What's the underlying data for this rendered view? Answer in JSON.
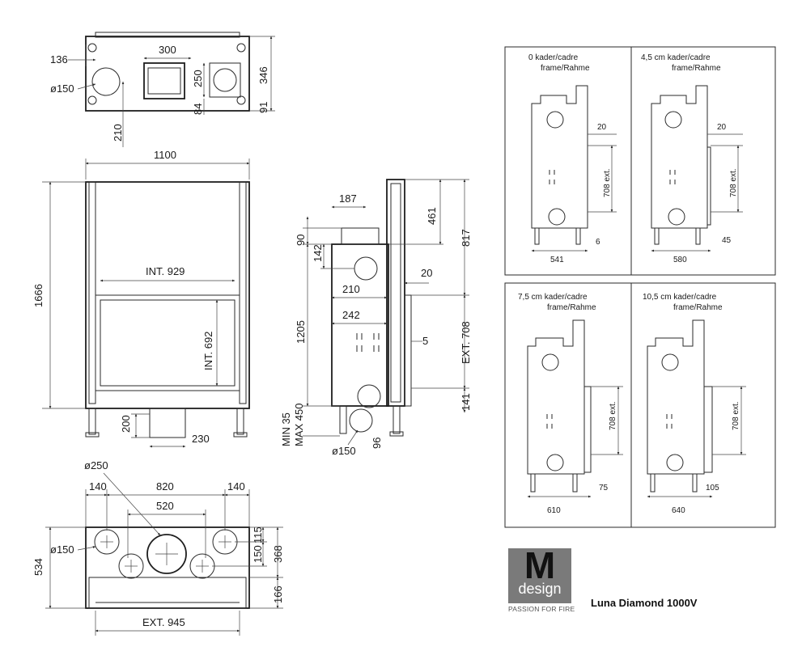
{
  "top_view": {
    "d136": "136",
    "d300": "300",
    "d250": "250",
    "d346": "346",
    "d150": "ø150",
    "d84": "84",
    "d91": "91",
    "d210": "210"
  },
  "front_view": {
    "d1100": "1100",
    "d1666": "1666",
    "int929": "INT. 929",
    "int692": "INT. 692",
    "d200": "200",
    "d230": "230"
  },
  "side_view": {
    "d187": "187",
    "d461": "461",
    "d817": "817",
    "d90": "90",
    "d142": "142",
    "d210": "210",
    "d20": "20",
    "d1205": "1205",
    "d242": "242",
    "d5": "5",
    "ext708": "EXT. 708",
    "d141": "141",
    "min35": "MIN 35",
    "max450": "MAX 450",
    "d96": "96",
    "d150": "ø150"
  },
  "bottom_view": {
    "d250": "ø250",
    "d140a": "140",
    "d820": "820",
    "d140b": "140",
    "d520": "520",
    "d534": "534",
    "d150a": "ø150",
    "d115": "115",
    "d150b": "150",
    "d368": "368",
    "d166": "166",
    "ext945": "EXT. 945"
  },
  "panels": [
    {
      "label_a": "0  kader/cadre",
      "label_b": "frame/Rahme",
      "d20": "20",
      "d708": "708 ext.",
      "dside": "6",
      "dwidth": "541"
    },
    {
      "label_a": "4,5 cm  kader/cadre",
      "label_b": "frame/Rahme",
      "d20": "20",
      "d708": "708 ext.",
      "dside": "45",
      "dwidth": "580"
    },
    {
      "label_a": "7,5 cm kader/cadre",
      "label_b": "frame/Rahme",
      "d708": "708 ext.",
      "dside": "75",
      "dwidth": "610"
    },
    {
      "label_a": "10,5 cm kader/cadre",
      "label_b": "frame/Rahme",
      "d708": "708 ext.",
      "dside": "105",
      "dwidth": "640"
    }
  ],
  "logo": {
    "letter": "M",
    "word": "design",
    "tagline": "PASSION FOR FIRE"
  },
  "product_name": "Luna Diamond 1000V"
}
